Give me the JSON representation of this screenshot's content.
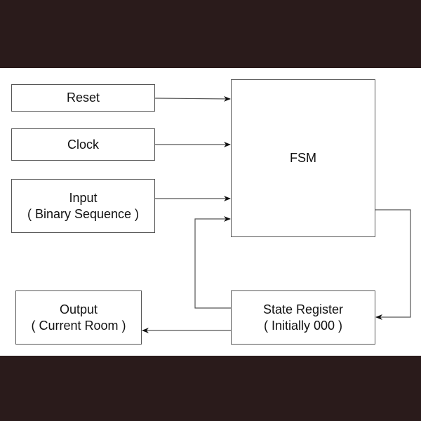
{
  "diagram": {
    "blocks": {
      "reset": {
        "line1": "Reset"
      },
      "clock": {
        "line1": "Clock"
      },
      "input": {
        "line1": "Input",
        "line2": "( Binary Sequence )"
      },
      "fsm": {
        "line1": "FSM"
      },
      "state_register": {
        "line1": "State Register",
        "line2": "( Initially 000 )"
      },
      "output": {
        "line1": "Output",
        "line2": "( Current Room )"
      }
    },
    "connections": [
      {
        "from": "reset",
        "to": "fsm"
      },
      {
        "from": "clock",
        "to": "fsm"
      },
      {
        "from": "input",
        "to": "fsm"
      },
      {
        "from": "fsm",
        "to": "state_register"
      },
      {
        "from": "state_register",
        "to": "fsm"
      },
      {
        "from": "state_register",
        "to": "output"
      }
    ],
    "colors": {
      "frame": "#2a1b1b",
      "line": "#555555",
      "arrow": "#111111"
    }
  }
}
